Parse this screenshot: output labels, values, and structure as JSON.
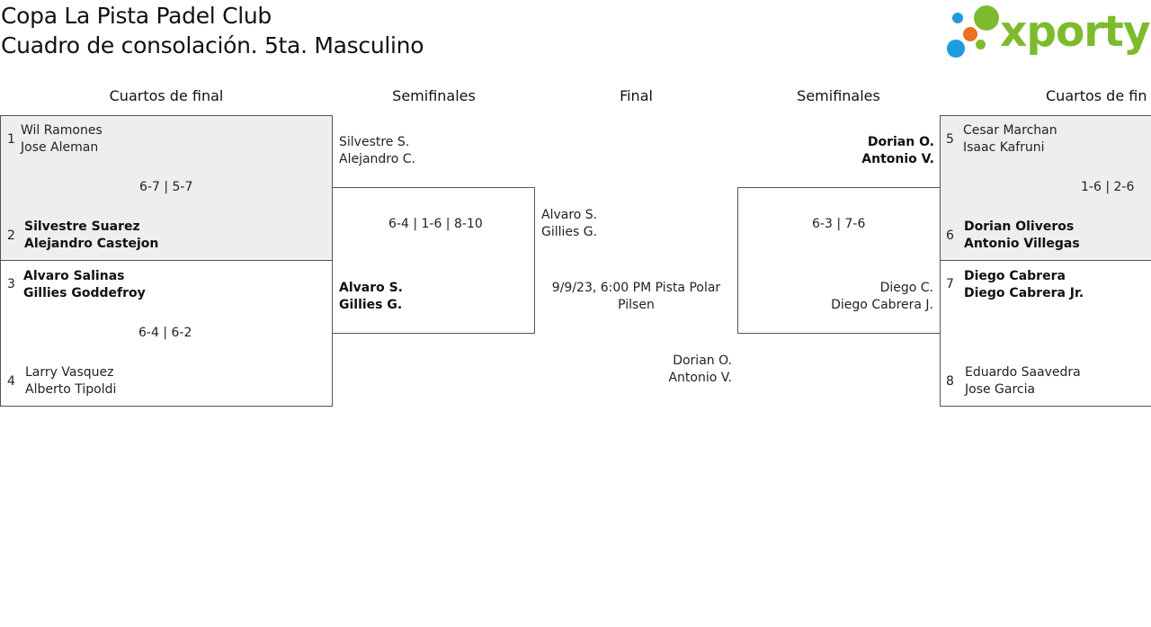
{
  "header": {
    "title_line1": "Copa La Pista Padel Club",
    "title_line2": "Cuadro de consolación. 5ta. Masculino",
    "logo_text": "xporty",
    "logo_colors": [
      "#1e9be0",
      "#e8711f",
      "#7dbb2d"
    ]
  },
  "rounds": {
    "left_qf": "Cuartos de final",
    "left_sf": "Semifinales",
    "final": "Final",
    "right_sf": "Semifinales",
    "right_qf": "Cuartos de fin"
  },
  "left_qf": {
    "match1": {
      "seed_a": "1",
      "team_a_p1": "Wil Ramones",
      "team_a_p2": "Jose Aleman",
      "score": "6-7 | 5-7",
      "seed_b": "2",
      "team_b_p1": "Silvestre Suarez",
      "team_b_p2": "Alejandro Castejon"
    },
    "match2": {
      "seed_a": "3",
      "team_a_p1": "Alvaro Salinas",
      "team_a_p2": "Gillies Goddefroy",
      "score": "6-4 | 6-2",
      "seed_b": "4",
      "team_b_p1": "Larry Vasquez",
      "team_b_p2": "Alberto Tipoldi"
    }
  },
  "left_sf": {
    "team_a_p1": "Silvestre S.",
    "team_a_p2": "Alejandro C.",
    "score": "6-4 | 1-6 | 8-10",
    "team_b_p1": "Alvaro S.",
    "team_b_p2": "Gillies G."
  },
  "final": {
    "team_a_p1": "Alvaro S.",
    "team_a_p2": "Gillies G.",
    "schedule_line1": "9/9/23, 6:00 PM Pista Polar",
    "schedule_line2": "Pilsen",
    "team_b_p1": "Dorian O.",
    "team_b_p2": "Antonio V."
  },
  "right_sf": {
    "team_a_p1": "Dorian O.",
    "team_a_p2": "Antonio V.",
    "score": "6-3 | 7-6",
    "team_b_p1": "Diego C.",
    "team_b_p2": "Diego Cabrera J."
  },
  "right_qf": {
    "match1": {
      "seed_a": "5",
      "team_a_p1": "Cesar Marchan",
      "team_a_p2": "Isaac Kafruni",
      "score": "1-6 | 2-6",
      "seed_b": "6",
      "team_b_p1": "Dorian Oliveros",
      "team_b_p2": "Antonio Villegas"
    },
    "match2": {
      "seed_a": "7",
      "team_a_p1": "Diego Cabrera",
      "team_a_p2": "Diego Cabrera Jr.",
      "seed_b": "8",
      "team_b_p1": "Eduardo Saavedra",
      "team_b_p2": "Jose Garcia"
    }
  }
}
